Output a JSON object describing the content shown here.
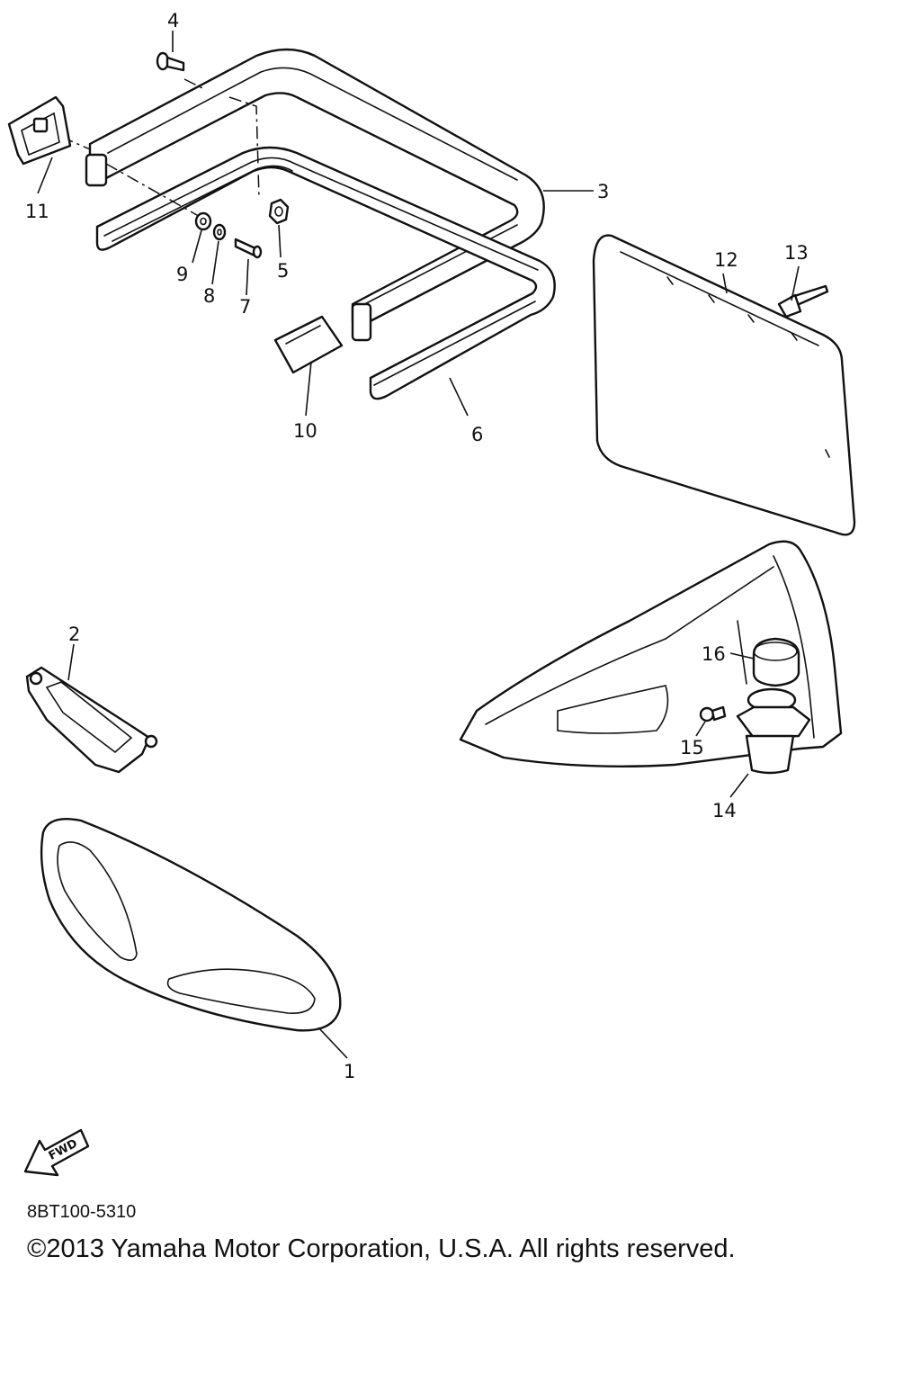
{
  "diagram": {
    "callouts": {
      "c1": "1",
      "c2": "2",
      "c3": "3",
      "c4": "4",
      "c5": "5",
      "c6": "6",
      "c7": "7",
      "c8": "8",
      "c9": "9",
      "c10": "10",
      "c11": "11",
      "c12": "12",
      "c13": "13",
      "c14": "14",
      "c15": "15",
      "c16": "16"
    },
    "fwd_label": "FWD",
    "diagram_code": "8BT100-5310",
    "copyright": "©2013 Yamaha Motor Corporation, U.S.A. All rights reserved."
  }
}
